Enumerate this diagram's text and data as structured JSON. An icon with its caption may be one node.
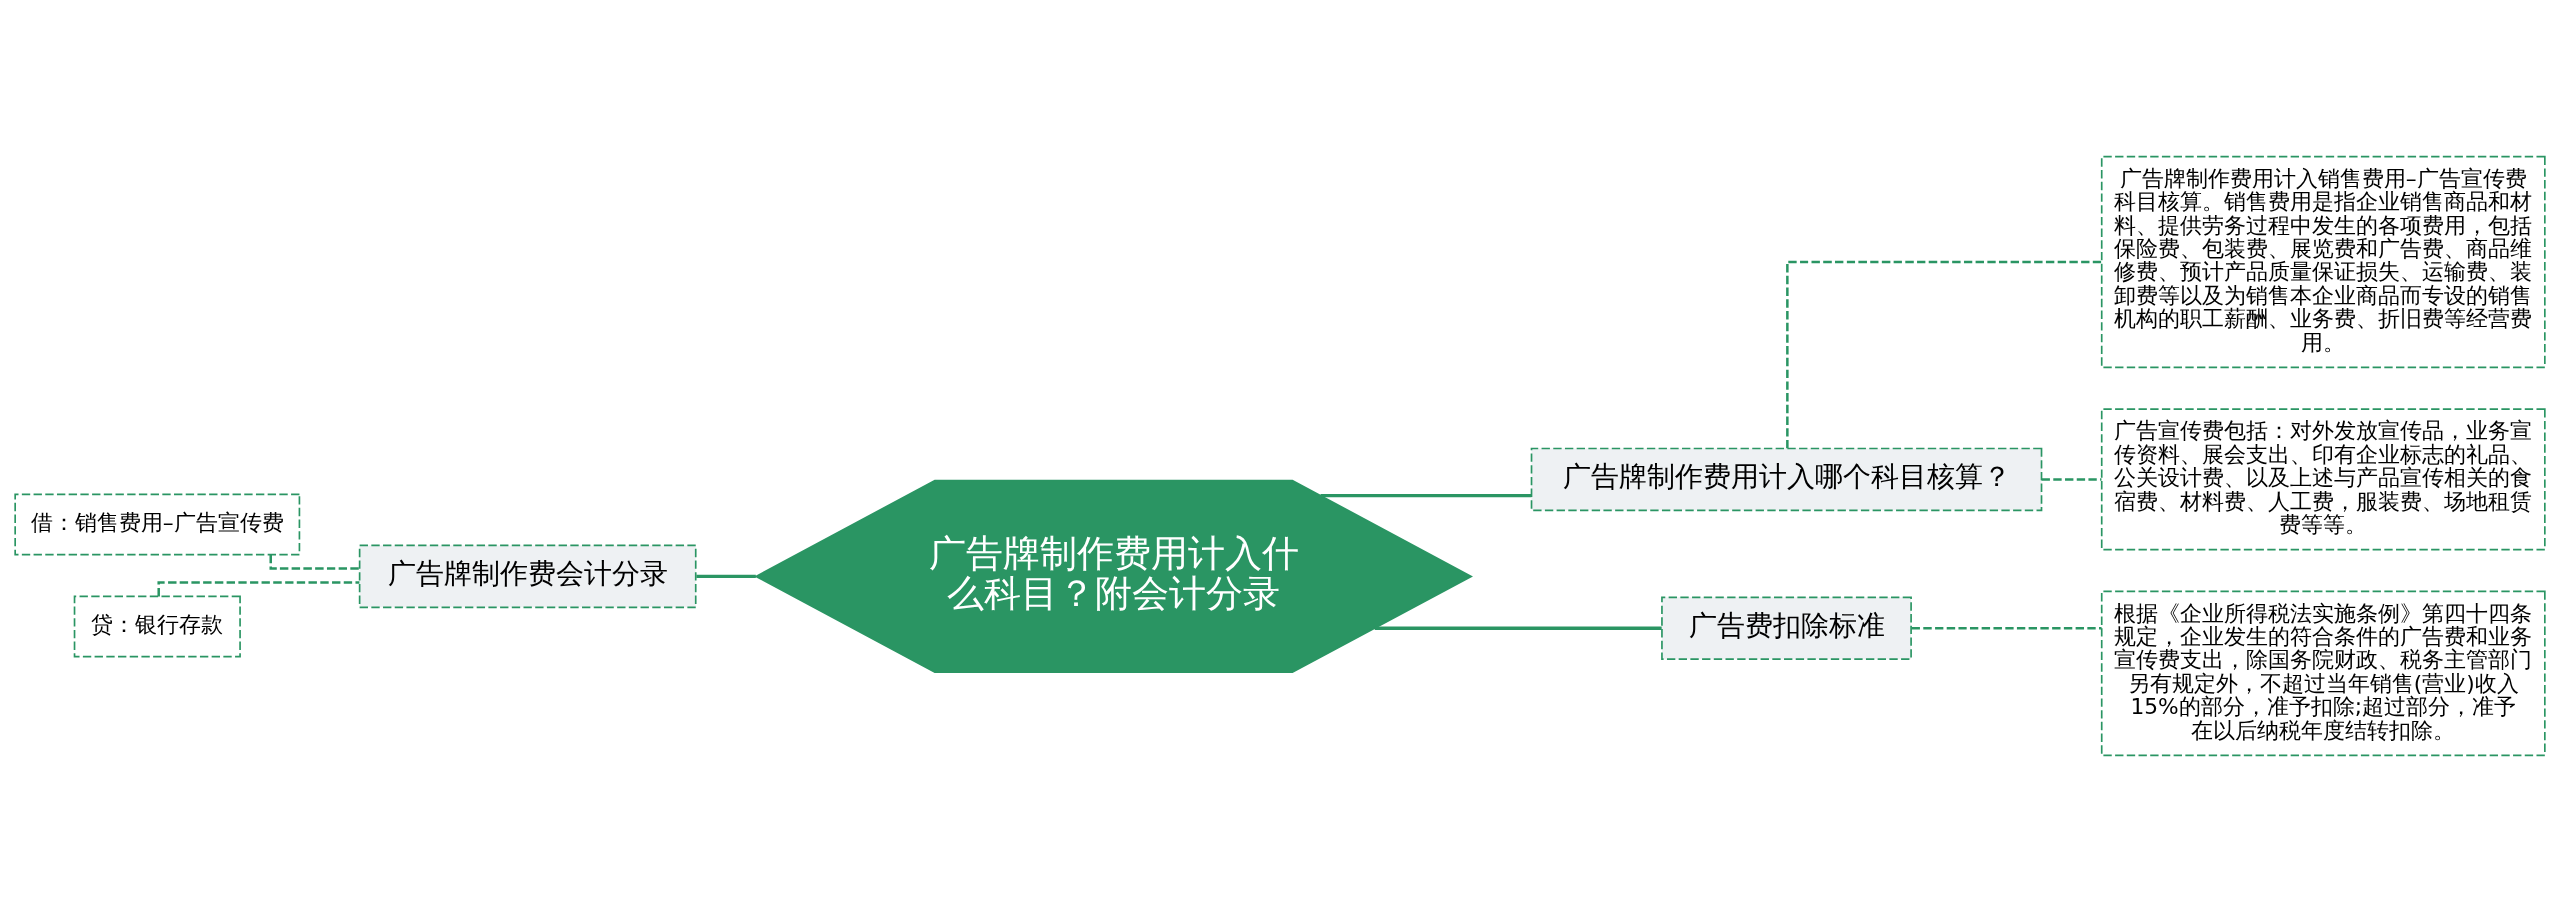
{
  "diagram": {
    "nodes": [
      {
        "text": [
          "广告牌制作费用计入什么科目？附会计分录"
        ]
      },
      {
        "text": [
          "广告牌制作费用计入哪个科目核算？"
        ]
      },
      {
        "text": [
          "广告牌制作费用计入销售费用–广告宣传费科目核算。销售费用是指企业销售商品和材料、提供劳务过程中发生的各项费用，包括保险费、包装费、展览费和广告费、商品维修费、预计产品质量保证损失、运输费、装卸费等以及为销售本企业商品而专设的销售机构的职工薪酬、业务费、折旧费等经营费用。"
        ]
      },
      {
        "text": [
          "广告宣传费包括：对外发放宣传品，业务宣传资料、展会支出、印有企业标志的礼品、公关设计费、以及上述与产品宣传相关的食宿费、材料费、人工费，服装费、场地租赁费等等。"
        ]
      },
      {
        "text": [
          "广告费扣除标准"
        ]
      },
      {
        "text": [
          "根据《企业所得税法实施条例》第四十四条规定，企业发生的符合条件的广告费和业务宣传费支出，除国务院财政、税务主管部门另有规定外，不超过当年销售(营业)收入15%的部分，准予扣除;超过部分，准予在以后纳税年度结转扣除。"
        ]
      },
      {
        "text": [
          "广告牌制作费会计分录"
        ]
      },
      {
        "text": [
          "借：销售费用–广告宣传费"
        ]
      },
      {
        "text": [
          "贷：银行存款"
        ]
      }
    ],
    "edges": [
      {
        "from": 0,
        "to": 1,
        "arrow": "none"
      },
      {
        "from": 1,
        "to": 2,
        "arrow": "none",
        "style": "dashed"
      },
      {
        "from": 1,
        "to": 3,
        "arrow": "none",
        "style": "dashed"
      },
      {
        "from": 0,
        "to": 4,
        "arrow": "none"
      },
      {
        "from": 4,
        "to": 5,
        "arrow": "none",
        "style": "dashed"
      },
      {
        "from": 0,
        "to": 6,
        "arrow": "none"
      },
      {
        "from": 6,
        "to": 7,
        "arrow": "none",
        "style": "dashed"
      },
      {
        "from": 6,
        "to": 8,
        "arrow": "none",
        "style": "dashed"
      }
    ]
  }
}
